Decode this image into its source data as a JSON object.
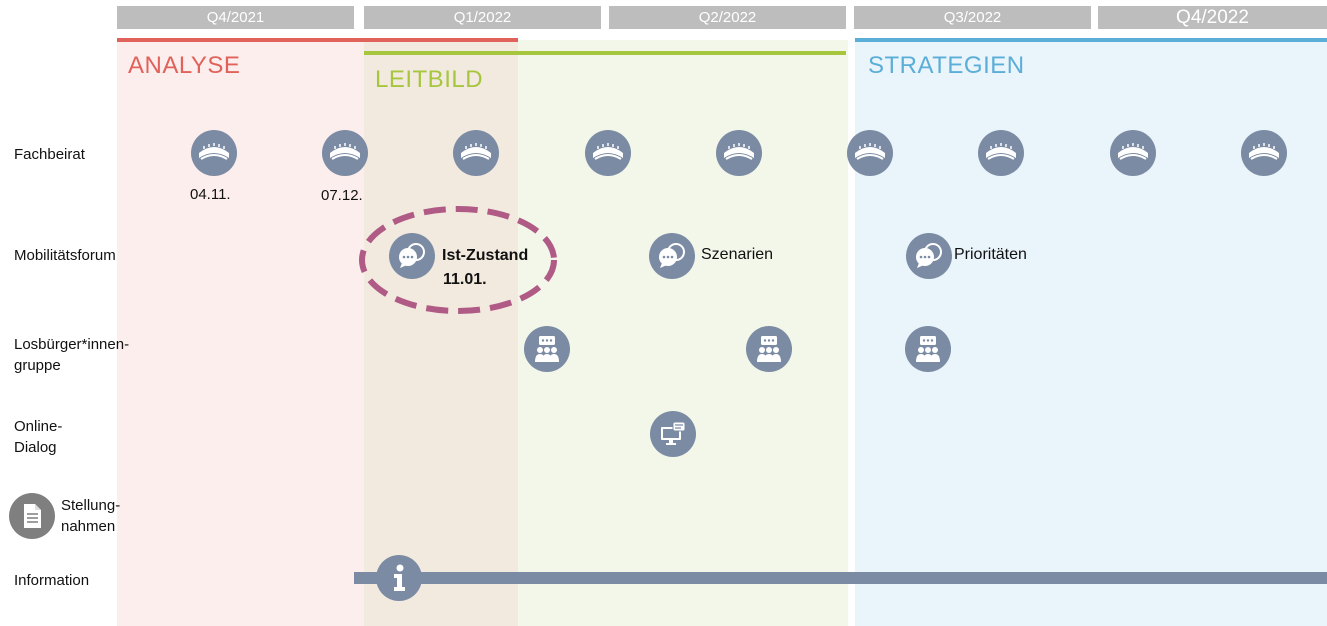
{
  "quarters": [
    "Q4/2021",
    "Q1/2022",
    "Q2/2022",
    "Q3/2022",
    "Q4/2022"
  ],
  "phases": [
    {
      "title": "ANALYSE",
      "color": "#e0625a",
      "bg": "#fdeeee"
    },
    {
      "title": "LEITBILD",
      "color": "#a6c63d",
      "bg": "#f3f7e9"
    },
    {
      "title": "STRATEGIEN",
      "color": "#5baed7",
      "bg": "#eaf4fb"
    }
  ],
  "rows": {
    "fachbeirat": "Fachbeirat",
    "mobilitaetsforum": "Mobilitätsforum",
    "losbuerger_line1": "Losbürger*innen-",
    "losbuerger_line2": "gruppe",
    "online_line1": "Online-",
    "online_line2": "Dialog",
    "stellung_line1": "Stellung-",
    "stellung_line2": "nahmen",
    "information": "Information"
  },
  "fachbeirat_dates": [
    "04.11.",
    "07.12."
  ],
  "forum_events": [
    {
      "label_line1": "Ist-Zustand",
      "label_line2": "11.01.",
      "highlighted": true
    },
    {
      "label_line1": "Szenarien",
      "label_line2": "",
      "highlighted": false
    },
    {
      "label_line1": "Prioritäten",
      "label_line2": "",
      "highlighted": false
    }
  ],
  "icons": {
    "fachbeirat": "stadium-icon",
    "forum": "speech-bubbles-icon",
    "losbuerger": "group-meeting-icon",
    "online": "monitor-chat-icon",
    "stellung": "document-icon",
    "information": "info-icon"
  },
  "colors": {
    "icon": "#7b8ba3",
    "quarter_bg": "#bdbdbd",
    "highlight_ring": "#b05a86",
    "info_bar": "#7b8ba3"
  }
}
